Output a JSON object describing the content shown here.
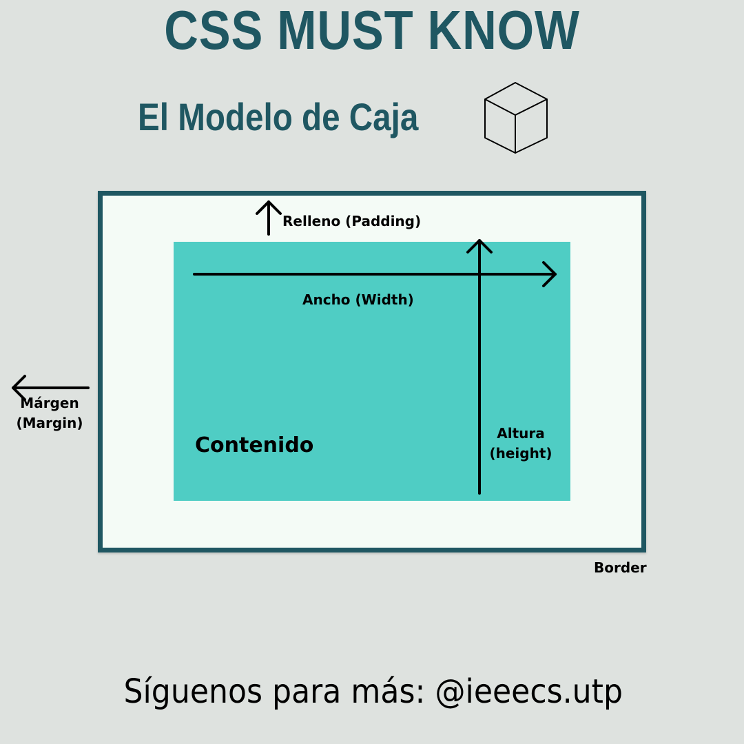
{
  "header": {
    "title": "CSS MUST KNOW",
    "subtitle": "El Modelo de Caja",
    "icon": "cube-icon"
  },
  "diagram": {
    "padding_label": "Relleno (Padding)",
    "width_label": "Ancho (Width)",
    "content_label": "Contenido",
    "height_label_line1": "Altura",
    "height_label_line2": "(height)",
    "margin_label_line1": "Márgen",
    "margin_label_line2": "(Margin)",
    "border_label": "Border",
    "colors": {
      "border": "#1f5762",
      "padding_area": "#f4fbf6",
      "content_area": "#4fcdc4",
      "background": "#dee2df"
    }
  },
  "footer": {
    "text": "Síguenos para más: @ieeecs.utp"
  }
}
